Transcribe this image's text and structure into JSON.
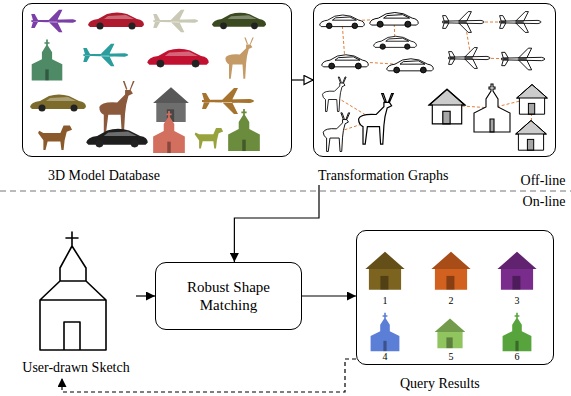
{
  "diagram": {
    "nodes": [
      {
        "text": [
          "3D Model Database"
        ]
      },
      {
        "text": [
          "Transformation Graphs"
        ]
      },
      {
        "text": [
          "User-drawn Sketch"
        ]
      },
      {
        "text": [
          "Robust Shape Matching"
        ]
      },
      {
        "text": [
          "Query Results"
        ]
      }
    ],
    "edges": [
      {
        "from": 0,
        "to": 1,
        "arrow": "to"
      },
      {
        "from": 1,
        "to": 3,
        "arrow": "to"
      },
      {
        "from": 2,
        "to": 3,
        "arrow": "to"
      },
      {
        "from": 3,
        "to": 4,
        "arrow": "to"
      },
      {
        "from": 4,
        "to": 2,
        "arrow": "to"
      }
    ],
    "labels": [
      "Off-line",
      "On-line",
      "1",
      "2",
      "3",
      "4",
      "5",
      "6"
    ]
  }
}
